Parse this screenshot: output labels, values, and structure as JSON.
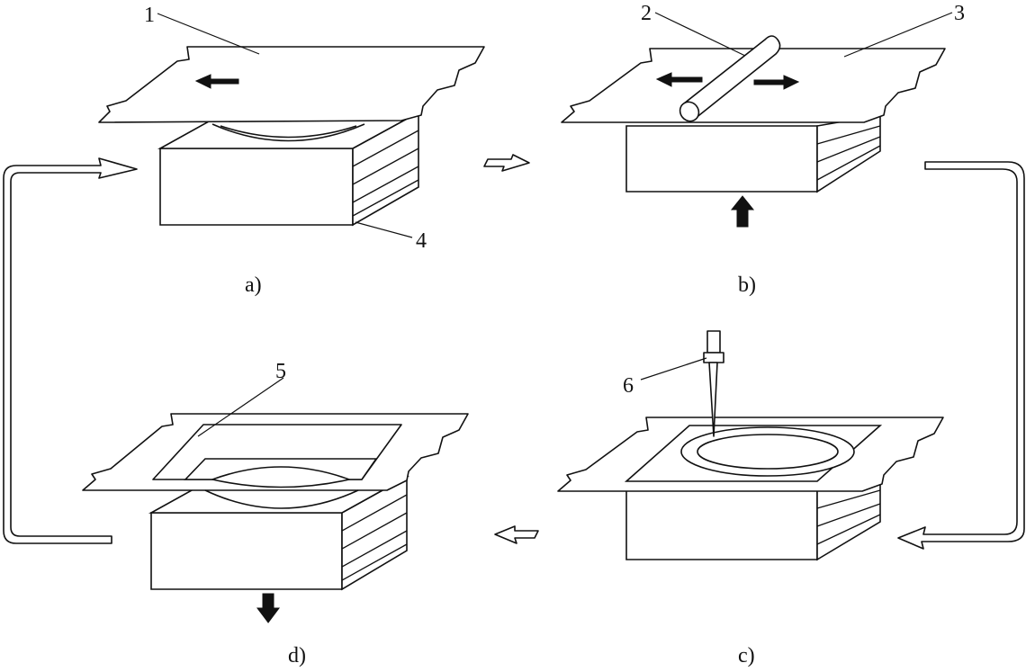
{
  "panels": [
    {
      "id": "a",
      "caption": "a)"
    },
    {
      "id": "b",
      "caption": "b)"
    },
    {
      "id": "c",
      "caption": "c)"
    },
    {
      "id": "d",
      "caption": "d)"
    }
  ],
  "callouts": [
    "1",
    "2",
    "3",
    "4",
    "5",
    "6"
  ]
}
